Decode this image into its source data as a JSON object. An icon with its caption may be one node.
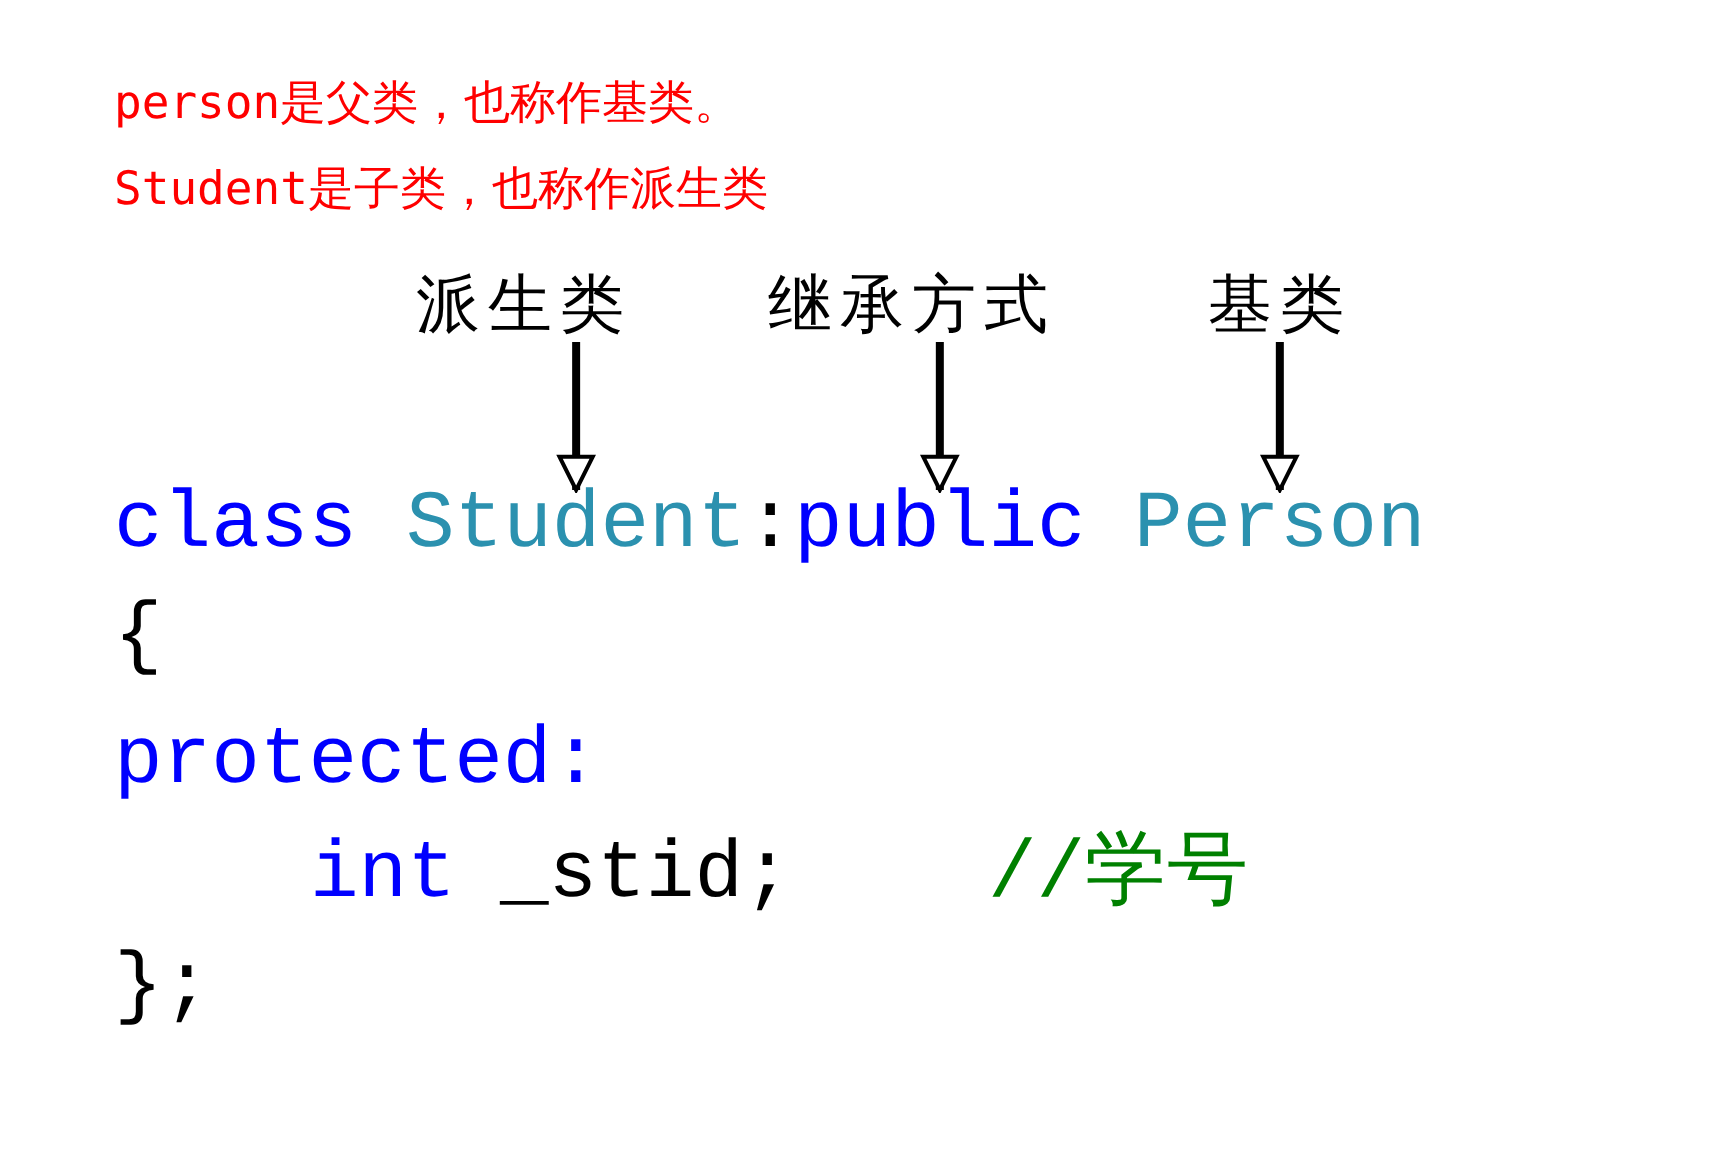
{
  "diagram": {
    "nodes": [
      {
        "text": [
          "派生类"
        ]
      },
      {
        "text": [
          "继承方式"
        ]
      },
      {
        "text": [
          "基类"
        ]
      },
      {
        "text": [
          "Student"
        ]
      },
      {
        "text": [
          "public"
        ]
      },
      {
        "text": [
          "Person"
        ]
      }
    ],
    "edges": [
      {
        "from": 0,
        "to": 3,
        "arrow": "to"
      },
      {
        "from": 1,
        "to": 4,
        "arrow": "to"
      },
      {
        "from": 2,
        "to": 5,
        "arrow": "to"
      }
    ],
    "labels": [
      "person是父类，也称作基类。",
      "Student是子类，也称作派生类",
      "class",
      ":",
      "{",
      "protected:",
      "int",
      "_stid;",
      "//学号",
      "};"
    ]
  }
}
